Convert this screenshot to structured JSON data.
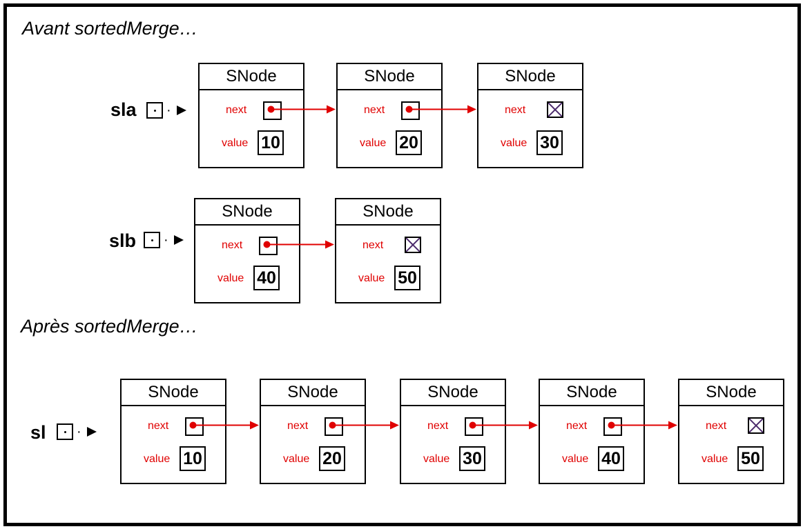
{
  "titles": {
    "before": "Avant sortedMerge…",
    "after": "Après sortedMerge…"
  },
  "node_labels": {
    "type": "SNode",
    "next": "next",
    "value": "value"
  },
  "lists": {
    "sla": {
      "name": "sla",
      "values": [
        "10",
        "20",
        "30"
      ]
    },
    "slb": {
      "name": "slb",
      "values": [
        "40",
        "50"
      ]
    },
    "sl": {
      "name": "sl",
      "values": [
        "10",
        "20",
        "30",
        "40",
        "50"
      ]
    }
  },
  "colors": {
    "link": "#e00000",
    "null_cross": "#4b2a6b",
    "outline": "#000000"
  }
}
